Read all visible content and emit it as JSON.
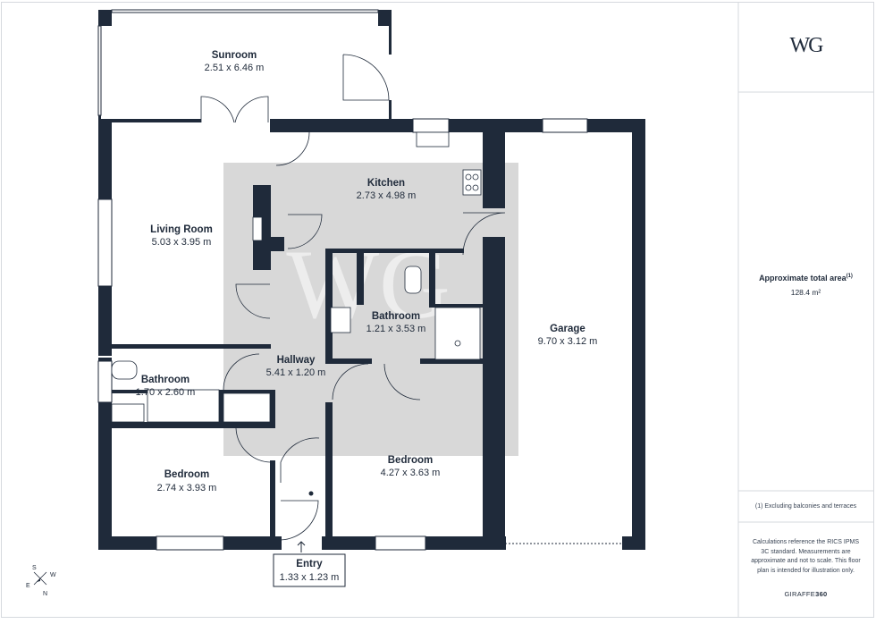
{
  "sidebar": {
    "logo": "WG",
    "total_area_label": "Approximate total area",
    "total_area_superscript": "(1)",
    "total_area_value": "128.4 m²",
    "footnote": "(1) Excluding balconies and terraces",
    "disclaimer": "Calculations reference the RICS IPMS 3C standard. Measurements are approximate and not to scale. This floor plan is intended for illustration only.",
    "brand_plain": "GIRAFFE",
    "brand_bold": "360"
  },
  "watermark": "WG",
  "rooms": {
    "sunroom": {
      "name": "Sunroom",
      "dims": "2.51 x 6.46 m"
    },
    "kitchen": {
      "name": "Kitchen",
      "dims": "2.73 x 4.98 m"
    },
    "living": {
      "name": "Living Room",
      "dims": "5.03 x 3.95 m"
    },
    "bathroom_center": {
      "name": "Bathroom",
      "dims": "1.21 x 3.53 m"
    },
    "garage": {
      "name": "Garage",
      "dims": "9.70 x 3.12 m"
    },
    "hallway": {
      "name": "Hallway",
      "dims": "5.41 x 1.20 m"
    },
    "bathroom_left": {
      "name": "Bathroom",
      "dims": "1.70 x 2.60 m"
    },
    "bedroom_left": {
      "name": "Bedroom",
      "dims": "2.74 x 3.93 m"
    },
    "bedroom_right": {
      "name": "Bedroom",
      "dims": "4.27 x 3.63 m"
    },
    "entry": {
      "name": "Entry",
      "dims": "1.33 x 1.23 m"
    }
  },
  "compass": {
    "s": "S",
    "w": "W",
    "e": "E",
    "n": "N"
  }
}
